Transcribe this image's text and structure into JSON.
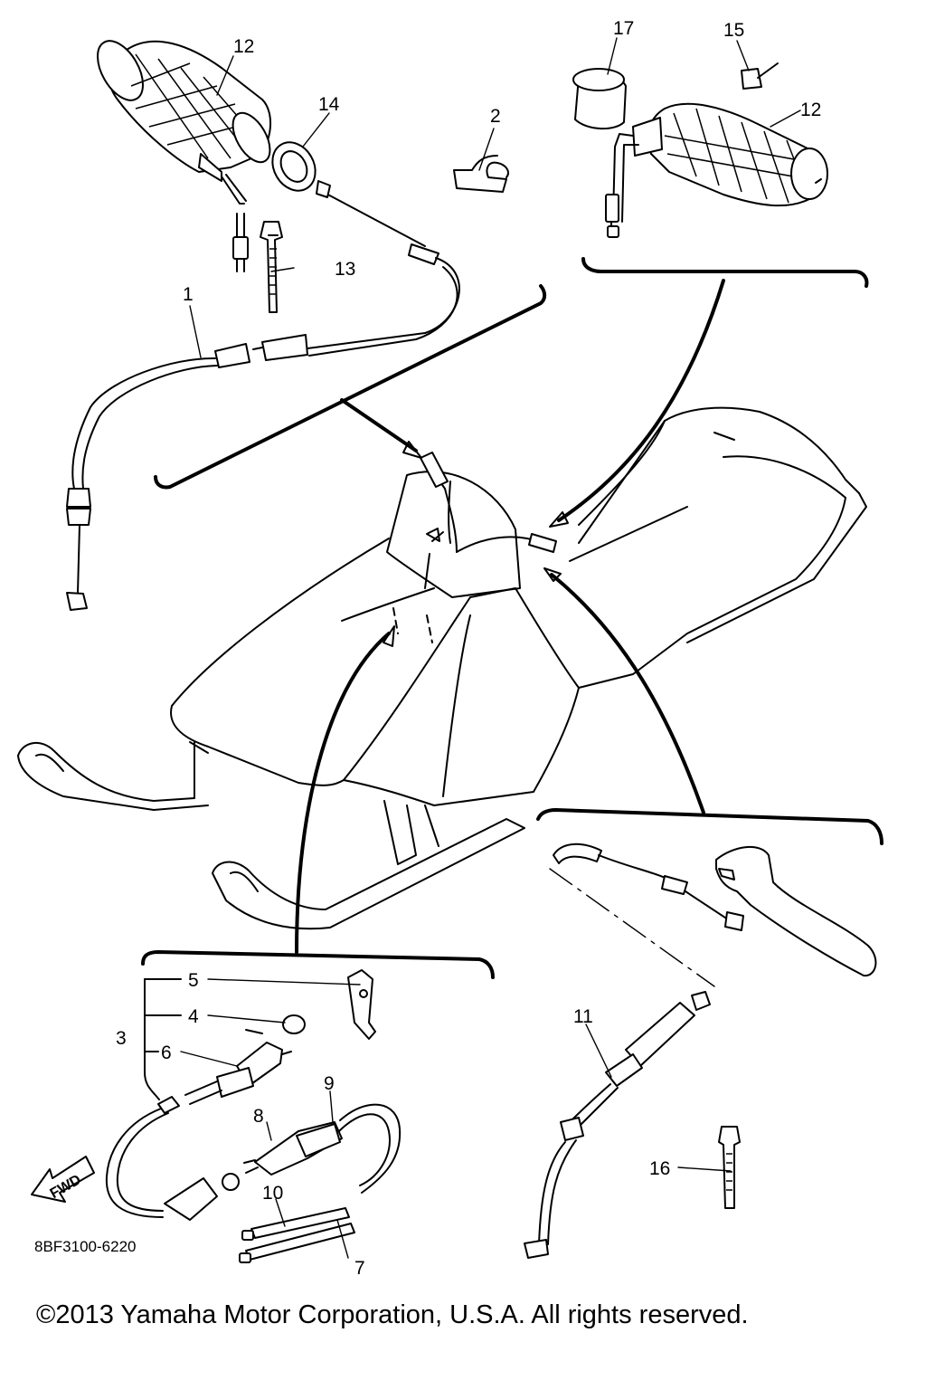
{
  "diagram_code": "8BF3100-6220",
  "copyright": "©2013 Yamaha Motor Corporation, U.S.A. All rights reserved.",
  "fwd_label": "FWD",
  "callouts": {
    "c1": "1",
    "c2": "2",
    "c3": "3",
    "c4": "4",
    "c5": "5",
    "c6": "6",
    "c7": "7",
    "c8": "8",
    "c9": "9",
    "c10": "10",
    "c11": "11",
    "c12a": "12",
    "c12b": "12",
    "c13": "13",
    "c14": "14",
    "c15": "15",
    "c16": "16",
    "c17": "17"
  }
}
